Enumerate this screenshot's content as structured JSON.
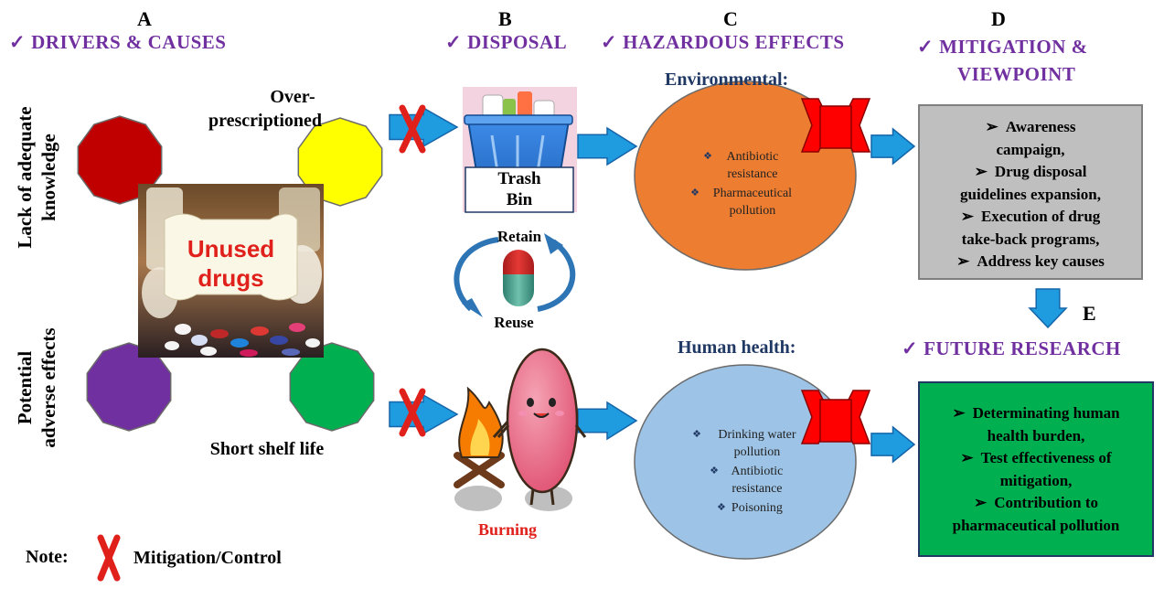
{
  "sections": {
    "a": {
      "letter": "A",
      "heading": "DRIVERS & CAUSES"
    },
    "b": {
      "letter": "B",
      "heading": "DISPOSAL"
    },
    "c": {
      "letter": "C",
      "heading": "HAZARDOUS EFFECTS"
    },
    "d": {
      "letter": "D",
      "heading_line1": "MITIGATION &",
      "heading_line2": "VIEWPOINT"
    },
    "e": {
      "letter": "E",
      "heading": "FUTURE RESEARCH"
    }
  },
  "tick": "✓",
  "drivers": {
    "left_top": {
      "line1": "Lack of adequate",
      "line2": "knowledge"
    },
    "left_bottom": {
      "line1": "Potential",
      "line2": "adverse effects"
    },
    "over_prescribed": {
      "line1": "Over-",
      "line2": "prescriptioned"
    },
    "short_shelf": "Short shelf life",
    "center_line1": "Unused",
    "center_line2": "drugs",
    "colors": {
      "top_left": "#c00000",
      "top_right": "#ffff00",
      "bottom_left": "#7030a0",
      "bottom_right": "#00b050"
    }
  },
  "disposal": {
    "trash_line1": "Trash",
    "trash_line2": "Bin",
    "retain": "Retain",
    "reuse": "Reuse",
    "burning": "Burning"
  },
  "effects": {
    "environmental": {
      "title": "Environmental:",
      "items": [
        "Antibiotic resistance",
        "Pharmaceutical pollution"
      ],
      "color": "#ed7d31"
    },
    "human": {
      "title": "Human health:",
      "items": [
        "Drinking water pollution",
        "Antibiotic resistance",
        "Poisoning"
      ],
      "color": "#9dc3e6"
    }
  },
  "mitigation": {
    "bullet": "➢",
    "items": [
      {
        "line1": "Awareness",
        "line2": "campaign,"
      },
      {
        "line1": "Drug disposal",
        "line2": "guidelines expansion,"
      },
      {
        "line1": "Execution of drug",
        "line2": "take-back programs,"
      },
      {
        "line1": "Address key causes",
        "line2": ""
      }
    ],
    "color": "#bfbfbf"
  },
  "future": {
    "bullet": "➢",
    "items": [
      {
        "line1": "Determinating human",
        "line2": "health burden,"
      },
      {
        "line1": "Test effectiveness of",
        "line2": "mitigation,"
      },
      {
        "line1": "Contribution to",
        "line2": "pharmaceutical pollution"
      }
    ],
    "color": "#00b050"
  },
  "note": {
    "label": "Note:",
    "text": "Mitigation/Control"
  },
  "colors": {
    "arrow": "#1f9be0",
    "arrow_dark": "#1565a8",
    "heading": "#7030a0",
    "x_mark": "#e0201b",
    "stop_shape": "#ff0000"
  }
}
